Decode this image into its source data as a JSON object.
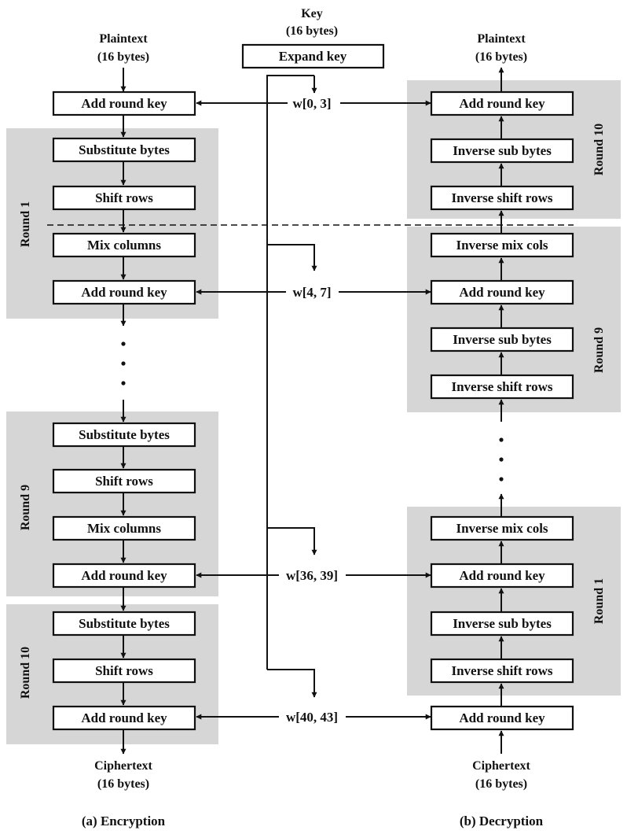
{
  "key": {
    "label": "Key",
    "size": "(16 bytes)",
    "expand": "Expand key"
  },
  "encryption": {
    "input_label": "Plaintext",
    "input_size": "(16 bytes)",
    "initial": "Add round key",
    "round1": {
      "label": "Round 1",
      "steps": [
        "Substitute bytes",
        "Shift rows",
        "Mix columns",
        "Add round key"
      ]
    },
    "round9": {
      "label": "Round 9",
      "steps": [
        "Substitute bytes",
        "Shift rows",
        "Mix columns",
        "Add round key"
      ]
    },
    "round10": {
      "label": "Round 10",
      "steps": [
        "Substitute bytes",
        "Shift rows",
        "Add round key"
      ]
    },
    "output_label": "Ciphertext",
    "output_size": "(16 bytes)",
    "caption": "(a) Encryption"
  },
  "decryption": {
    "output_label": "Plaintext",
    "output_size": "(16 bytes)",
    "round10": {
      "label": "Round 10",
      "steps": [
        "Add round key",
        "Inverse sub bytes",
        "Inverse shift rows"
      ]
    },
    "round9": {
      "label": "Round 9",
      "steps": [
        "Inverse mix cols",
        "Add round key",
        "Inverse sub bytes",
        "Inverse shift rows"
      ]
    },
    "round1": {
      "label": "Round 1",
      "steps": [
        "Inverse mix cols",
        "Add round key",
        "Inverse sub bytes",
        "Inverse shift rows"
      ]
    },
    "initial": "Add round key",
    "input_label": "Ciphertext",
    "input_size": "(16 bytes)",
    "caption": "(b) Decryption"
  },
  "words": [
    "w[0, 3]",
    "w[4, 7]",
    "w[36, 39]",
    "w[40, 43]"
  ]
}
